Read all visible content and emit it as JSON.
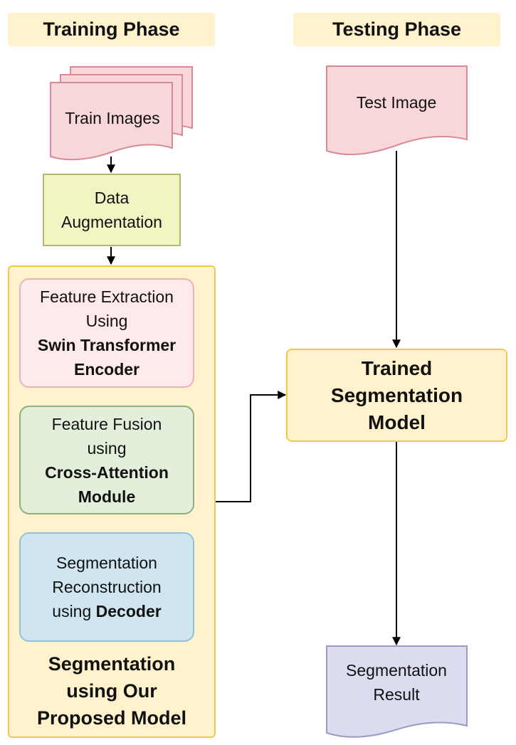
{
  "phases": {
    "training": "Training Phase",
    "testing": "Testing Phase"
  },
  "training": {
    "train_images": "Train Images",
    "augmentation": [
      "Data",
      "Augmentation"
    ],
    "feature_extraction": {
      "line1": "Feature Extraction",
      "line2": "Using",
      "bold1": "Swin Transformer",
      "bold2": "Encoder"
    },
    "feature_fusion": {
      "line1": "Feature Fusion",
      "line2": "using",
      "bold1": "Cross-Attention",
      "bold2": "Module"
    },
    "reconstruction": {
      "line1": "Segmentation",
      "line2": "Reconstruction",
      "line3_prefix": "using ",
      "line3_bold": "Decoder"
    },
    "container_caption": [
      "Segmentation",
      "using Our",
      "Proposed Model"
    ]
  },
  "testing": {
    "test_image": "Test Image",
    "trained_model": [
      "Trained",
      "Segmentation",
      "Model"
    ],
    "result": [
      "Segmentation",
      "Result"
    ]
  },
  "colors": {
    "phase_bg": "#fff2cc",
    "doc_pink_fill": "#f8d7da",
    "doc_pink_stroke": "#d98a93",
    "aug_fill": "#f2f4c3",
    "aug_stroke": "#b5b86a",
    "container_fill": "#fff2cc",
    "container_stroke": "#f2c94c",
    "extraction_fill": "#fdeaea",
    "extraction_stroke": "#e7b3b8",
    "fusion_fill": "#e2efda",
    "fusion_stroke": "#8faf7c",
    "decoder_fill": "#cfe6f0",
    "decoder_stroke": "#8fc3dc",
    "result_fill": "#dcdcf0",
    "result_stroke": "#9a9ac4"
  }
}
